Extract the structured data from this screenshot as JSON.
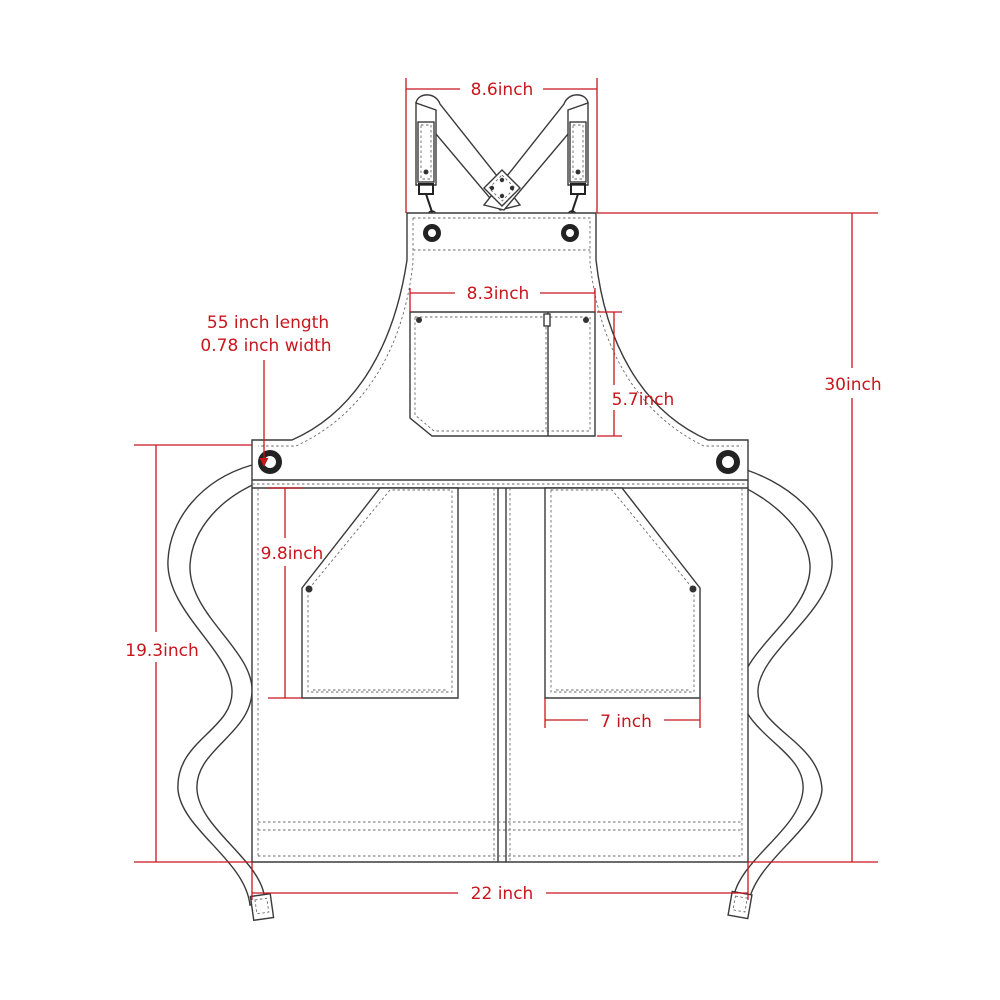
{
  "colors": {
    "dimension": "#c8161d",
    "outline": "#3a3a3a",
    "stitch": "#6a6a6a",
    "background": "#ffffff"
  },
  "labels": {
    "neck_strap_width": "8.6inch",
    "chest_pocket_width": "8.3inch",
    "chest_pocket_height": "5.7inch",
    "total_length": "30inch",
    "waist_strap_length": "55 inch length",
    "waist_strap_width": "0.78 inch width",
    "body_length": "19.3inch",
    "side_pocket_height": "9.8inch",
    "side_pocket_width": "7 inch",
    "bottom_width": "22 inch"
  },
  "icons": [
    "grommet-icon",
    "snap-hook-icon",
    "rivet-icon",
    "arrow-icon"
  ]
}
